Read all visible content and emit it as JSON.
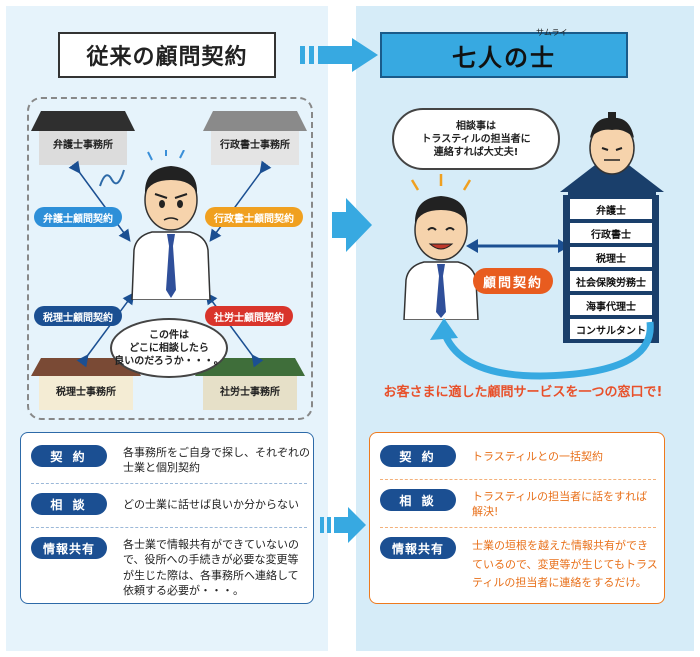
{
  "left": {
    "title": "従来の顧問契約",
    "offices": {
      "lawyer": "弁護士事務所",
      "admin": "行政書士事務所",
      "tax": "税理士事務所",
      "labor": "社労士事務所"
    },
    "contracts": {
      "lawyer": "弁護士顧問契約",
      "admin": "行政書士顧問契約",
      "tax": "税理士顧問契約",
      "labor": "社労士顧問契約"
    },
    "thought": [
      "この件は",
      "どこに相談したら",
      "良いのだろうか・・・。"
    ],
    "rows": [
      {
        "tag": "契 約",
        "text": [
          "各事務所をご自身で探し、それぞれの",
          "士業と個別契約"
        ]
      },
      {
        "tag": "相 談",
        "text": [
          "どの士業に話せば良いか分からない"
        ]
      },
      {
        "tag": "情報共有",
        "text": [
          "各士業で情報共有ができていないの",
          "で、役所への手続きが必要な変更等",
          "が生じた際は、各事務所へ連絡して",
          "依頼する必要が・・・。"
        ]
      }
    ]
  },
  "right": {
    "title": "七人の士",
    "ruby": "サムライ",
    "speech": [
      "相談事は",
      "トラスティルの担当者に",
      "連絡すれば大丈夫!"
    ],
    "contract_pill": "顧問契約",
    "services": [
      "弁護士",
      "行政書士",
      "税理士",
      "社会保険労務士",
      "海事代理士",
      "コンサルタント"
    ],
    "tagline": "お客さまに適した顧問サービスを一つの窓口で!",
    "rows": [
      {
        "tag": "契 約",
        "text": [
          "トラスティルとの一括契約"
        ]
      },
      {
        "tag": "相 談",
        "text": [
          "トラスティルの担当者に話をすれば",
          "解決!"
        ]
      },
      {
        "tag": "情報共有",
        "text": [
          "士業の垣根を越えた情報共有ができ",
          "ているので、変更等が生じてもトラス",
          "ティルの担当者に連絡をするだけ。"
        ]
      }
    ]
  },
  "colors": {
    "left_bg": "#e6f3fb",
    "right_bg": "#d6ecf8",
    "accent_blue": "#37a9e1",
    "navy": "#1b4f92",
    "orange": "#e85c1f",
    "lawyer_pill": "#2d8fd8",
    "admin_pill": "#f0a020",
    "tax_pill": "#1b4f92",
    "labor_pill": "#d9342b"
  }
}
